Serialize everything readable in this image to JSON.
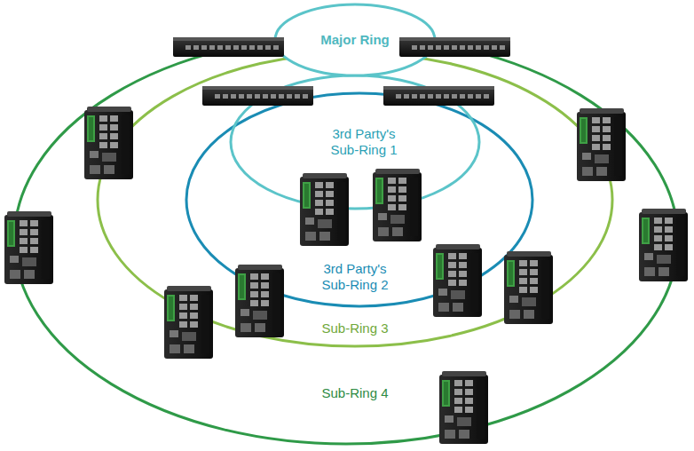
{
  "diagram": {
    "labels": [
      "Major Ring",
      "3rd Party's Sub-Ring 1",
      "3rd Party's Sub-Ring 2",
      "Sub-Ring 3",
      "Sub-Ring 4"
    ]
  }
}
